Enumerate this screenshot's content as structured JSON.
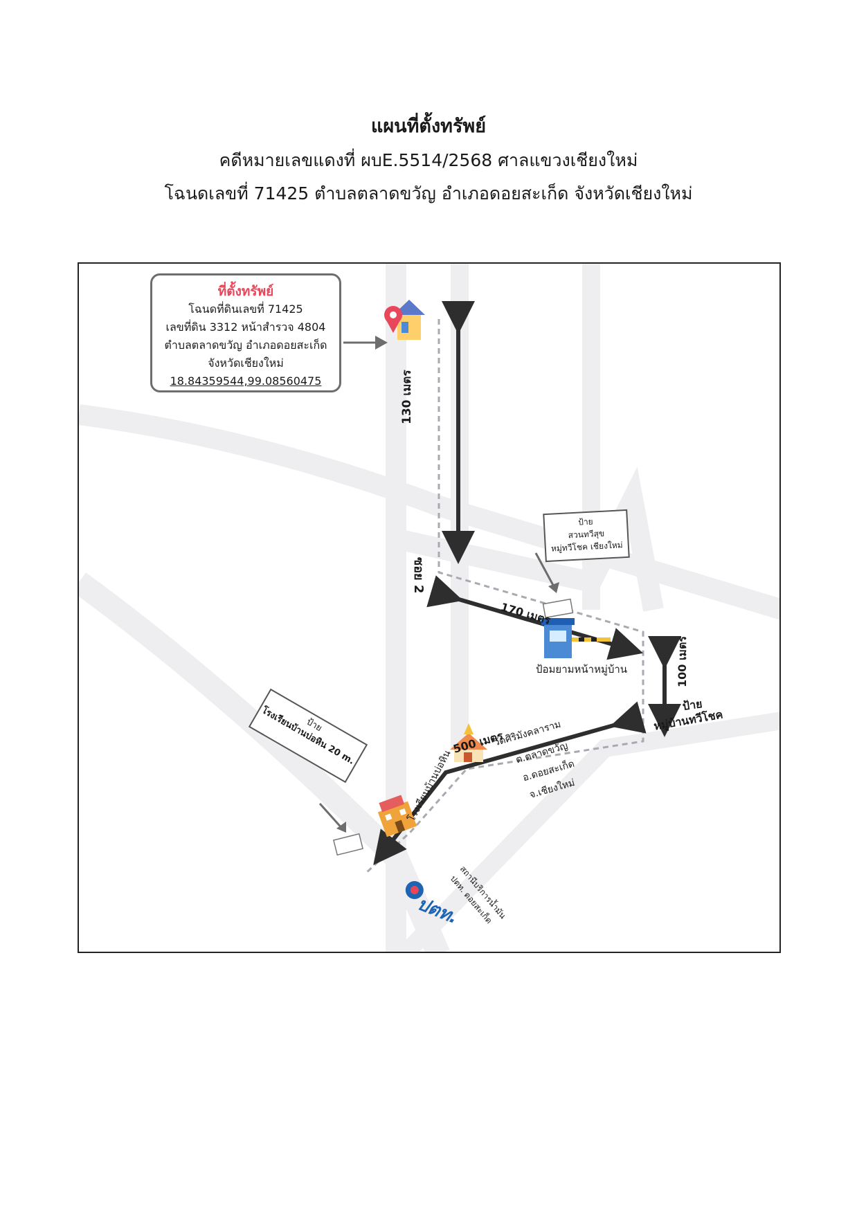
{
  "header": {
    "title": "แผนที่ตั้งทรัพย์",
    "case_line": "คดีหมายเลขแดงที่ ผบE.5514/2568 ศาลแขวงเชียงใหม่",
    "deed_line": "โฉนดเลขที่ 71425 ตำบลตลาดขวัญ อำเภอดอยสะเก็ด จังหวัดเชียงใหม่"
  },
  "info_box": {
    "title": "ที่ตั้งทรัพย์",
    "line1": "โฉนดที่ดินเลขที่ 71425",
    "line2": "เลขที่ดิน 3312 หน้าสำรวจ 4804",
    "line3": "ตำบลตลาดขวัญ อำเภอดอยสะเก็ด",
    "line4": "จังหวัดเชียงใหม่",
    "coords": "18.84359544,99.08560475"
  },
  "distances": {
    "d130": "130 เมตร",
    "d170": "170 เมตร",
    "d100": "100 เมตร",
    "d500": "500 เมตร"
  },
  "labels": {
    "soi": "ซอย 2",
    "guard": "ป้อมยามหน้าหมู่บ้าน",
    "village_sign_1": "ป้าย",
    "village_sign_2": "หมู่บ้านทวีโชค",
    "temple_1": "วัดศิริมังคลาราม",
    "temple_2": "ต.ตลาดขวัญ",
    "temple_3": "อ.ดอยสะเก็ด",
    "temple_4": "จ.เชียงใหม่",
    "school": "โรงเรียนบ้านบ่อหิน",
    "ptt_station_1": "สถานีบริการน้ำมัน",
    "ptt_station_2": "ปตท. ดอยสะเก็ด",
    "ptt_logo": "ปตท."
  },
  "signs": {
    "park_1": "ป้าย",
    "park_2": "สวนทวีสุข",
    "park_3": "หมู่ทวีโชค เชียงใหม่",
    "school_sign_1": "ป้าย",
    "school_sign_2": "โรงเรียนบ้านบ่อหิน 20 m."
  },
  "icons": [
    "house-pin-icon",
    "guard-booth-icon",
    "temple-icon",
    "school-building-icon",
    "ptt-logo-icon"
  ],
  "colors": {
    "highlight_red": "#e8465a",
    "arrow": "#2e2e2e",
    "road": "#eeeef1",
    "route_dashed": "#a9a9b2"
  }
}
